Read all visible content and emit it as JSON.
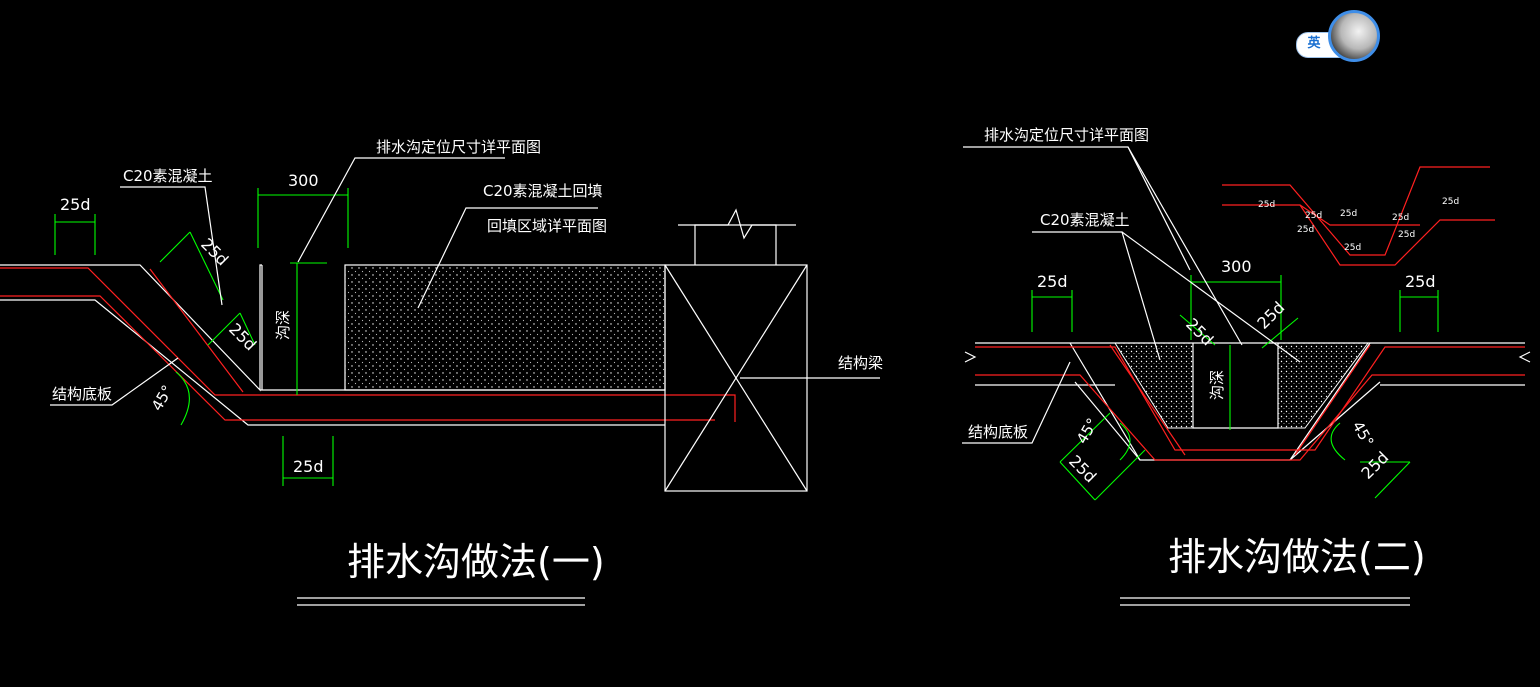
{
  "colors": {
    "background": "#000000",
    "line": "#ffffff",
    "rebar": "#ff2020",
    "dimension": "#00ff00",
    "ime_accent": "#1a6fd0"
  },
  "ime": {
    "label": "英",
    "avatar_icon": "moon-avatar-icon"
  },
  "left": {
    "title": "排水沟做法(一)",
    "labels": {
      "c20": "C20素混凝土",
      "plan_ref": "排水沟定位尺寸详平面图",
      "backfill_1": "C20素混凝土回填",
      "backfill_2": "回填区域详平面图",
      "slab": "结构底板",
      "beam": "结构梁",
      "depth": "沟深",
      "angle": "45°"
    },
    "dims": {
      "top_left": "25d",
      "width": "300",
      "slope_upper": "25d",
      "slope_lower": "25d",
      "bottom": "25d"
    }
  },
  "right": {
    "title": "排水沟做法(二)",
    "labels": {
      "plan_ref": "排水沟定位尺寸详平面图",
      "c20": "C20素混凝土",
      "slab": "结构底板",
      "depth": "沟深",
      "angle_left": "45°",
      "angle_right": "45°"
    },
    "dims": {
      "top_left": "25d",
      "width": "300",
      "top_right": "25d",
      "slope_left": "25d",
      "slope_right": "25d",
      "bottom_left": "25d",
      "bottom_right": "25d"
    },
    "inset_dims": [
      "25d",
      "25d",
      "25d",
      "25d",
      "25d",
      "25d",
      "25d",
      "25d"
    ]
  }
}
